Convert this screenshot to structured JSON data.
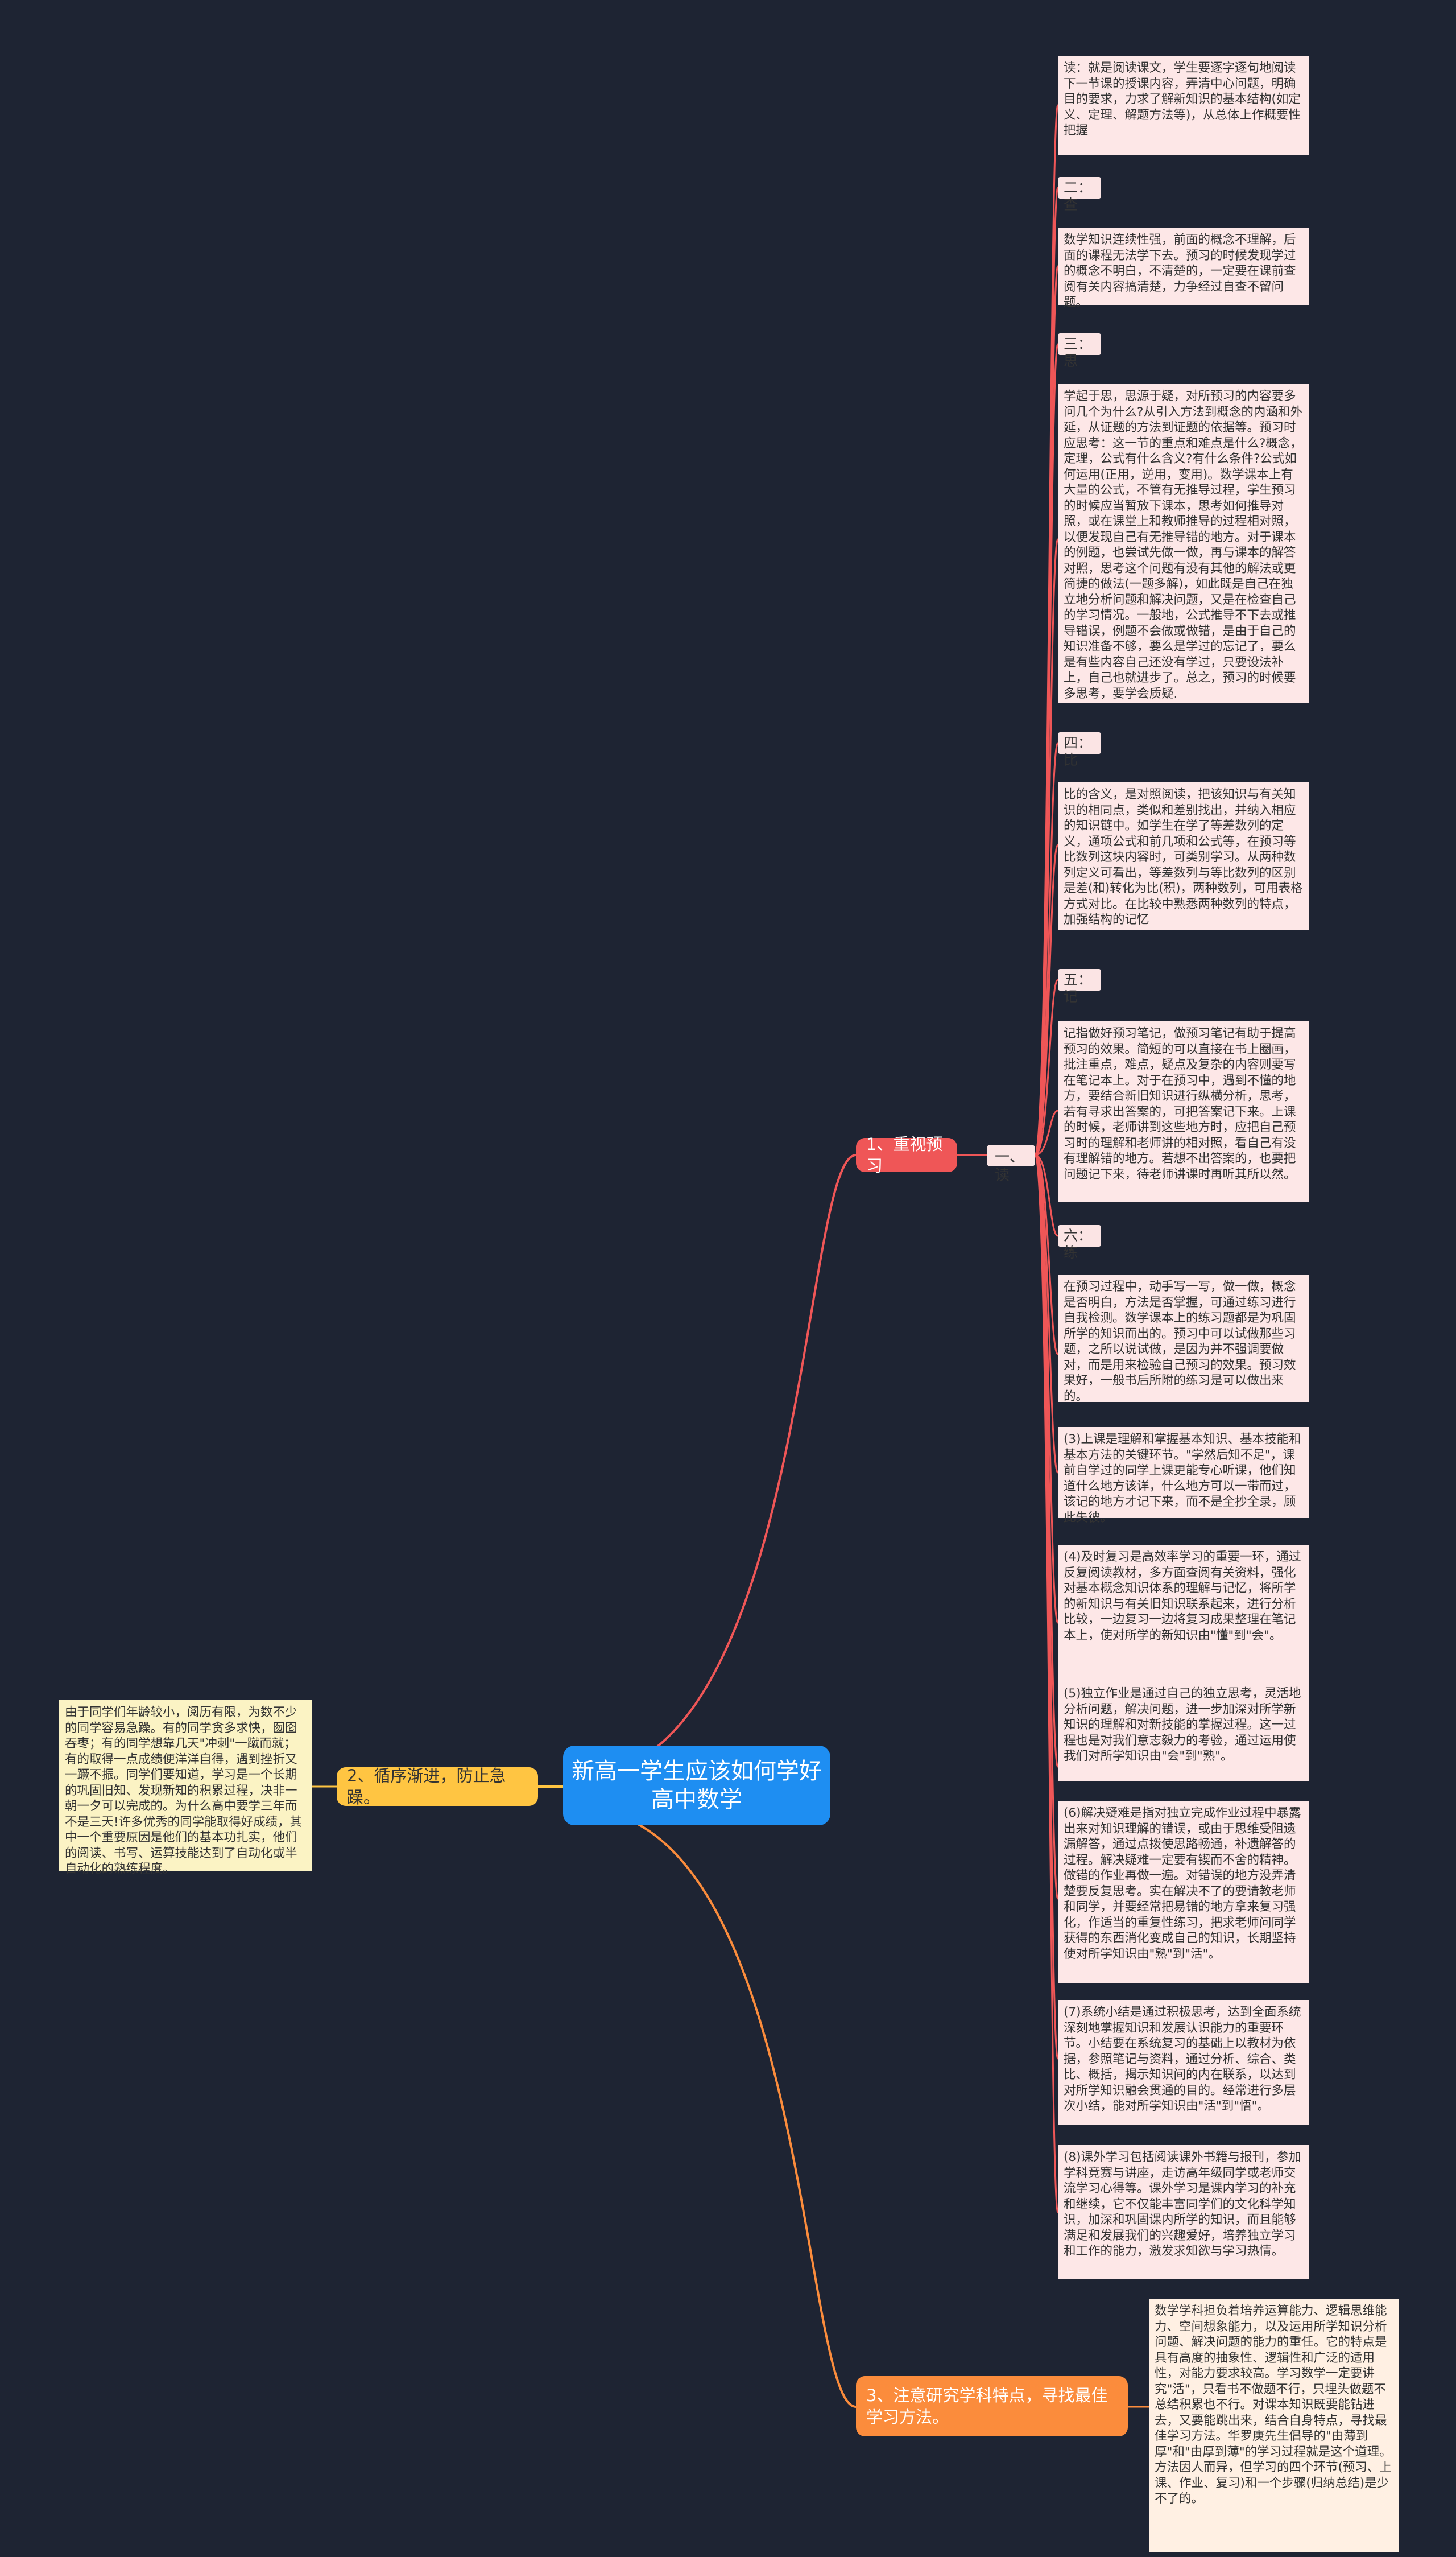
{
  "root": "新高一学生应该如何学好高中数学",
  "branches": {
    "b1": "1、重视预习",
    "b2": "2、循序渐进，防止急躁。",
    "b3": "3、注意研究学科特点，寻找最佳学习方法。"
  },
  "sub1": "一、读",
  "tags": {
    "t2": "二：查",
    "t3": "三：思",
    "t4": "四：比",
    "t5": "五：记",
    "t6": "六：练"
  },
  "leaves": {
    "l1": "读：就是阅读课文，学生要逐字逐句地阅读下一节课的授课内容，弄清中心问题，明确目的要求，力求了解新知识的基本结构(如定义、定理、解题方法等)，从总体上作概要性把握",
    "l2": "数学知识连续性强，前面的概念不理解，后面的课程无法学下去。预习的时候发现学过的概念不明白，不清楚的，一定要在课前查阅有关内容搞清楚，力争经过自查不留问题。",
    "l3": "学起于思，思源于疑，对所预习的内容要多问几个为什么?从引入方法到概念的内涵和外延，从证题的方法到证题的依据等。预习时应思考：这一节的重点和难点是什么?概念，定理，公式有什么含义?有什么条件?公式如何运用(正用，逆用，变用)。数学课本上有大量的公式，不管有无推导过程，学生预习的时候应当暂放下课本，思考如何推导对照，或在课堂上和教师推导的过程相对照，以便发现自己有无推导错的地方。对于课本的例题，也尝试先做一做，再与课本的解答对照，思考这个问题有没有其他的解法或更简捷的做法(一题多解)，如此既是自己在独立地分析问题和解决问题，又是在检查自己的学习情况。一般地，公式推导不下去或推导错误，例题不会做或做错，是由于自己的知识准备不够，要么是学过的忘记了，要么是有些内容自己还没有学过，只要设法补上，自己也就进步了。总之，预习的时候要多思考，要学会质疑.",
    "l4": "比的含义，是对照阅读，把该知识与有关知识的相同点，类似和差别找出，并纳入相应的知识链中。如学生在学了等差数列的定义，通项公式和前几项和公式等，在预习等比数列这块内容时，可类别学习。从两种数列定义可看出，等差数列与等比数列的区别是差(和)转化为比(积)，两种数列，可用表格方式对比。在比较中熟悉两种数列的特点，加强结构的记忆",
    "l5": "记指做好预习笔记，做预习笔记有助于提高预习的效果。简短的可以直接在书上圈画，批注重点，难点，疑点及复杂的内容则要写在笔记本上。对于在预习中，遇到不懂的地方，要结合新旧知识进行纵横分析，思考，若有寻求出答案的，可把答案记下来。上课的时候，老师讲到这些地方时，应把自己预习时的理解和老师讲的相对照，看自己有没有理解错的地方。若想不出答案的，也要把问题记下来，待老师讲课时再听其所以然。",
    "l6": "在预习过程中，动手写一写，做一做，概念是否明白，方法是否掌握，可通过练习进行自我检测。数学课本上的练习题都是为巩固所学的知识而出的。预习中可以试做那些习题，之所以说试做，是因为并不强调要做对，而是用来检验自己预习的效果。预习效果好，一般书后所附的练习是可以做出来的。",
    "l7": "(3)上课是理解和掌握基本知识、基本技能和基本方法的关键环节。\"学然后知不足\"，课前自学过的同学上课更能专心听课，他们知道什么地方该详，什么地方可以一带而过，该记的地方才记下来，而不是全抄全录，顾此失彼。",
    "l8": "(4)及时复习是高效率学习的重要一环，通过反复阅读教材，多方面查阅有关资料，强化对基本概念知识体系的理解与记忆，将所学的新知识与有关旧知识联系起来，进行分析比较，一边复习一边将复习成果整理在笔记本上，使对所学的新知识由\"懂\"到\"会\"。",
    "l9": "(5)独立作业是通过自己的独立思考，灵活地分析问题，解决问题，进一步加深对所学新知识的理解和对新技能的掌握过程。这一过程也是对我们意志毅力的考验，通过运用使我们对所学知识由\"会\"到\"熟\"。",
    "l10": "(6)解决疑难是指对独立完成作业过程中暴露出来对知识理解的错误，或由于思维受阻遗漏解答，通过点拨使思路畅通，补遗解答的过程。解决疑难一定要有锲而不舍的精神。做错的作业再做一遍。对错误的地方没弄清楚要反复思考。实在解决不了的要请教老师和同学，并要经常把易错的地方拿来复习强化，作适当的重复性练习，把求老师问同学获得的东西消化变成自己的知识，长期坚持使对所学知识由\"熟\"到\"活\"。",
    "l11": "(7)系统小结是通过积极思考，达到全面系统深刻地掌握知识和发展认识能力的重要环节。小结要在系统复习的基础上以教材为依据，参照笔记与资料，通过分析、综合、类比、概括，揭示知识间的内在联系，以达到对所学知识融会贯通的目的。经常进行多层次小结，能对所学知识由\"活\"到\"悟\"。",
    "l12": "(8)课外学习包括阅读课外书籍与报刊，参加学科竞赛与讲座，走访高年级同学或老师交流学习心得等。课外学习是课内学习的补充和继续，它不仅能丰富同学们的文化科学知识，加深和巩固课内所学的知识，而且能够满足和发展我们的兴趣爱好，培养独立学习和工作的能力，激发求知欲与学习热情。",
    "l13": "数学学科担负着培养运算能力、逻辑思维能力、空间想象能力，以及运用所学知识分析问题、解决问题的能力的重任。它的特点是具有高度的抽象性、逻辑性和广泛的适用性，对能力要求较高。学习数学一定要讲究\"活\"，只看书不做题不行，只埋头做题不总结积累也不行。对课本知识既要能钻进去，又要能跳出来，结合自身特点，寻找最佳学习方法。华罗庚先生倡导的\"由薄到厚\"和\"由厚到薄\"的学习过程就是这个道理。方法因人而异，但学习的四个环节(预习、上课、作业、复习)和一个步骤(归纳总结)是少不了的。",
    "l14": "由于同学们年龄较小，阅历有限，为数不少的同学容易急躁。有的同学贪多求快，囫囵吞枣；有的同学想靠几天\"冲刺\"一蹴而就；有的取得一点成绩便洋洋自得，遇到挫折又一蹶不振。同学们要知道，学习是一个长期的巩固旧知、发现新知的积累过程，决非一朝一夕可以完成的。为什么高中要学三年而不是三天!许多优秀的同学能取得好成绩，其中一个重要原因是他们的基本功扎实，他们的阅读、书写、运算技能达到了自动化或半自动化的熟练程度。"
  }
}
